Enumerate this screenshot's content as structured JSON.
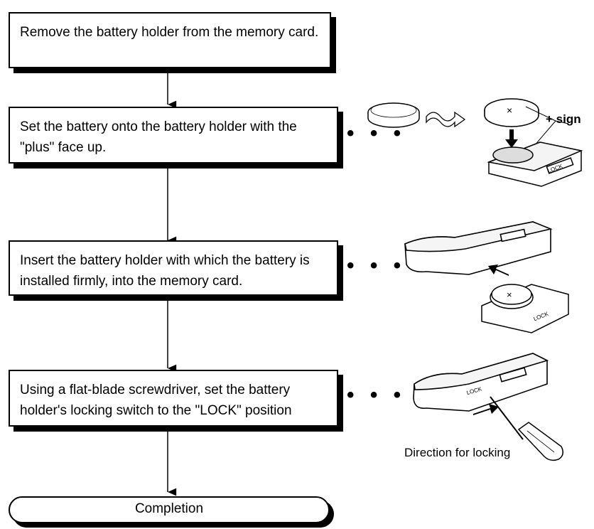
{
  "steps": [
    {
      "text": "Remove the battery holder from the memory card."
    },
    {
      "text": "Set the battery onto the battery holder with the \"plus\" face up."
    },
    {
      "text": "Insert the battery holder with which the battery is installed firmly, into the memory card."
    },
    {
      "text": "Using a flat-blade screwdriver, set the battery holder's locking switch to the \"LOCK\" position"
    }
  ],
  "terminal": {
    "text": "Completion"
  },
  "dots": "• • •",
  "labels": {
    "plus_sign": "+ sign",
    "direction": "Direction for locking",
    "lock": "LOCK",
    "cross": "×"
  }
}
